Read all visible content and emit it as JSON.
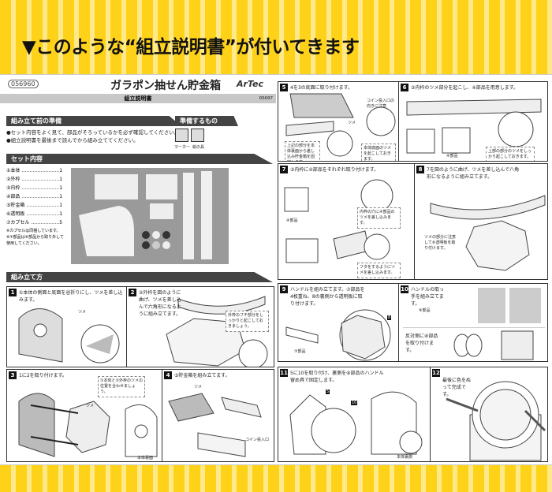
{
  "banner": "▼このような“組立説明書”が付いてきます",
  "header": {
    "code": "056960",
    "title": "ガラポン抽せん貯金箱",
    "logo": "ArTec",
    "subtitle": "組立説明書",
    "subcode": "05697"
  },
  "prep": {
    "title": "組み立て前の準備",
    "lines": [
      "●セット内容をよく見て、部品がそろっているかを必ず確認してください。",
      "●組立説明書を最後まで読んでから組み立ててください。"
    ]
  },
  "tools": {
    "title": "準備するもの",
    "items": [
      "マーカー",
      "絵の具"
    ]
  },
  "set": {
    "title": "セット内容",
    "parts": [
      "①本体 ……………………1",
      "②外枠 ……………………1",
      "③内枠 ……………………1",
      "④部品 ……………………1",
      "⑤貯金箱 …………………1",
      "⑥透明板 …………………1",
      "⑦カプセル ………………5"
    ],
    "notes": [
      "※カプセルは同梱しています。",
      "※⑦部品は④部品から取り外して",
      "使用してください。"
    ]
  },
  "howto": {
    "title": "組み立て方"
  },
  "steps": [
    {
      "n": "1",
      "text": "①本体の側面と底面を谷折りにし、ツメを差し込みます。",
      "labels": [
        "ツメ"
      ]
    },
    {
      "n": "2",
      "text": "②外枠を図のように曲げ、ツメを差し込んで六角形になるように組み立てます。",
      "note": "外枠のフチ部分をしっかりと起こしておきましょう。"
    },
    {
      "n": "3",
      "text": "1に2を取り付けます。",
      "note": "①本体と②外枠のツメの位置を合わせましょう。",
      "labels": [
        "ツメ",
        "本体裏面"
      ]
    },
    {
      "n": "4",
      "text": "⑤貯金箱を組み立てます。",
      "labels": [
        "ツメ",
        "コイン投入口"
      ]
    },
    {
      "n": "5",
      "text": "4を3の底面に取り付けます。",
      "labels": [
        "コイン投入口の向きに注意",
        "ツメ"
      ],
      "note": "上記の部分を本体裏面から差し込み貯金箱を固定します。",
      "note2": "本体底面のツメを起こしておきます。"
    },
    {
      "n": "6",
      "text": "③内枠のツメ部分を起こし、④部品を用意します。",
      "labels": [
        "④部品"
      ],
      "note": "上部の部分のツメをしっかり起こしておきます。"
    },
    {
      "n": "7",
      "text": "③内枠に④部品をそれぞれ取り付けます。",
      "labels": [
        "④部品"
      ],
      "note": "内枠の穴に④部品のツメを差し込みます。",
      "note2": "フタをするようにツメを差し込みます。"
    },
    {
      "n": "8",
      "text": "7を図のように曲げ、ツメを差し込んで八角形になるように組み立てます。",
      "note": "ツメの部分に注意して⑥透明板を取り付けます。"
    },
    {
      "n": "9",
      "text": "ハンドルを組み立てます。⑦部品を4枚重ね、8の裏側から透明板に取り付けます。",
      "labels": [
        "⑦部品",
        "8"
      ]
    },
    {
      "n": "10",
      "text": "ハンドルの取っ手を組み立てます。",
      "labels": [
        "⑧部品"
      ],
      "text2": "反対側に⑧部品を取り付けます。"
    },
    {
      "n": "11",
      "text": "5に10を取り付け、裏側を⑧部品のハンドル留め具で固定します。",
      "labels": [
        "5",
        "10",
        "本体裏側"
      ]
    },
    {
      "n": "12",
      "text": "最後に色をぬって完成です。"
    }
  ]
}
